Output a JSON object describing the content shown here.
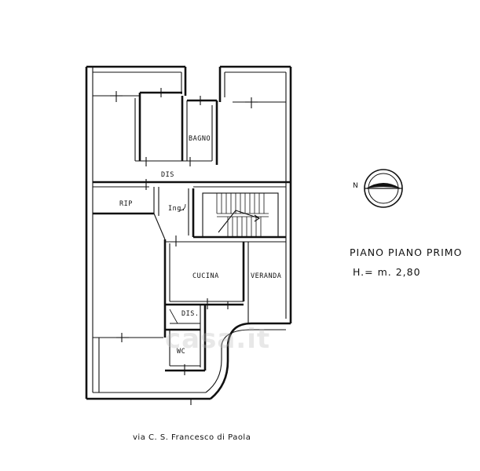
{
  "plan": {
    "title": "PIANO PIANO PRIMO",
    "height": "H.= m. 2,80",
    "street": "via C. S. Francesco di Paola",
    "compass_label": "N",
    "watermark": "casa.it"
  },
  "rooms": {
    "bagno": "BAGNO",
    "dis_upper": "DIS",
    "rip": "RIP",
    "ing": "Ing.",
    "cucina": "CUCINA",
    "veranda": "VERANDA",
    "dis_lower": "DIS.",
    "wc": "WC"
  },
  "colors": {
    "line": "#111111",
    "background": "#ffffff"
  }
}
